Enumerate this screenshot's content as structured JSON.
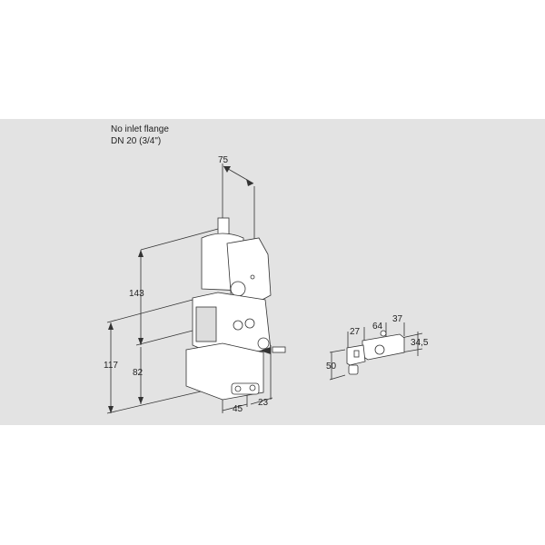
{
  "header": {
    "line1": "No inlet flange",
    "line2": "DN 20 (3/4\")"
  },
  "main_view": {
    "dimensions": {
      "width_top": "75",
      "height_total": "143",
      "height_left": "117",
      "height_lower": "82",
      "bottom_width": "45",
      "bottom_offset": "23"
    }
  },
  "detail_view": {
    "dimensions": {
      "plug_length": "27",
      "body_length": "64",
      "depth": "37",
      "height_right": "34,5",
      "height_left": "50"
    }
  },
  "colors": {
    "band": "#e3e3e3",
    "line": "#333333",
    "body": "#ffffff"
  }
}
